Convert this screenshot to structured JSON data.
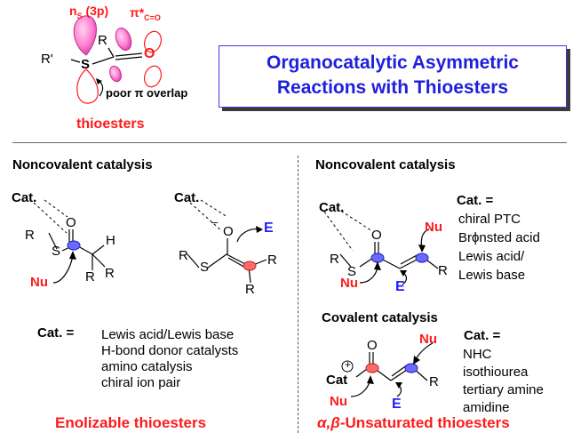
{
  "top": {
    "ns_label": "n",
    "ns_sub": "S",
    "ns_paren": "(3p)",
    "pi_star": "π*",
    "pi_star_sub": "C=O",
    "R": "R",
    "R_prime": "R'",
    "S": "S",
    "O": "O",
    "poor_overlap": "poor π overlap",
    "thioesters": "thioesters"
  },
  "title": {
    "line1": "Organocatalytic Asymmetric",
    "line2": "Reactions with Thioesters"
  },
  "left": {
    "heading": "Noncovalent catalysis",
    "cat_label": "Cat.",
    "cat_equals": "Cat. =",
    "catalysts": [
      "Lewis acid/Lewis base",
      "H-bond donor catalysts",
      "amino catalysis",
      "chiral ion pair"
    ],
    "footer": "Enolizable thioesters",
    "struct1": {
      "O": "O",
      "R": "R",
      "S": "S",
      "H": "H",
      "R2": "R",
      "R3": "R",
      "Nu": "Nu"
    },
    "struct2": {
      "O": "O",
      "minus": "–",
      "E": "E",
      "R": "R",
      "S": "S",
      "R2": "R",
      "R3": "R"
    }
  },
  "right": {
    "heading": "Noncovalent catalysis",
    "cat_label": "Cat.",
    "cat_equals": "Cat. =",
    "catalysts": [
      "chiral PTC",
      "Brϕnsted acid",
      "Lewis acid/",
      "Lewis base"
    ],
    "struct3": {
      "O": "O",
      "R": "R",
      "S": "S",
      "Nu_top": "Nu",
      "Nu_bottom": "Nu",
      "E": "E",
      "R2": "R"
    },
    "covalent_heading": "Covalent catalysis",
    "covalent_cat_equals": "Cat. =",
    "covalent_catalysts": [
      "NHC",
      "isothiourea",
      "tertiary amine",
      "amidine"
    ],
    "struct4": {
      "plus": "+",
      "Cat": "Cat",
      "O": "O",
      "Nu_top": "Nu",
      "Nu_bottom": "Nu",
      "E": "E",
      "R": "R"
    },
    "footer_prefix": "α,β",
    "footer_rest": "-Unsaturated thioesters"
  },
  "colors": {
    "red": "#ff1a1a",
    "blue": "#1f1fdd",
    "orbital_pink": "#ff7fd0",
    "highlight_blue": "#6a6aff",
    "highlight_red": "#ff6a6a"
  }
}
